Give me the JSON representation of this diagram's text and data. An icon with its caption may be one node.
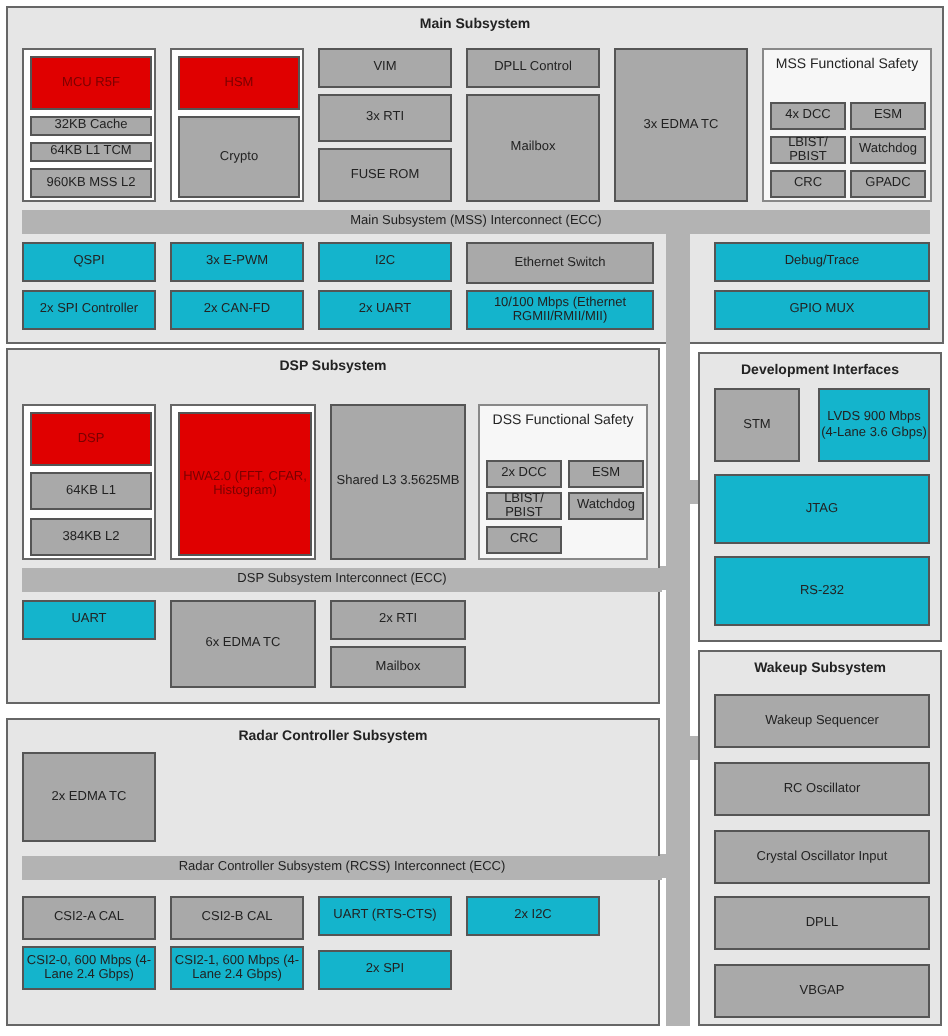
{
  "diagram": {
    "nodes": [
      {
        "text": [
          "Main Subsystem"
        ]
      },
      {
        "text": [],
        "shape": "box",
        "in": 0
      },
      {
        "text": [
          "MCU R5F"
        ],
        "in": 1
      },
      {
        "text": [
          "32KB Cache"
        ],
        "in": 1
      },
      {
        "text": [
          "64KB L1 TCM"
        ],
        "in": 1
      },
      {
        "text": [
          "960KB MSS L2"
        ],
        "in": 1
      },
      {
        "text": [],
        "shape": "box",
        "in": 0
      },
      {
        "text": [
          "HSM"
        ],
        "in": 6
      },
      {
        "text": [
          "Crypto"
        ],
        "in": 6
      },
      {
        "text": [
          "VIM"
        ],
        "in": 0
      },
      {
        "text": [
          "3x RTI"
        ],
        "in": 0
      },
      {
        "text": [
          "FUSE ROM"
        ],
        "in": 0
      },
      {
        "text": [
          "DPLL Control"
        ],
        "in": 0
      },
      {
        "text": [
          "Mailbox"
        ],
        "in": 0
      },
      {
        "text": [
          "3x EDMA TC"
        ],
        "in": 0
      },
      {
        "text": [
          "MSS Functional Safety"
        ],
        "in": 0
      },
      {
        "text": [
          "4x DCC"
        ],
        "in": 15
      },
      {
        "text": [
          "ESM"
        ],
        "in": 15
      },
      {
        "text": [
          "LBIST/ PBIST"
        ],
        "in": 15
      },
      {
        "text": [
          "Watchdog"
        ],
        "in": 15
      },
      {
        "text": [
          "CRC"
        ],
        "in": 15
      },
      {
        "text": [
          "GPADC"
        ],
        "in": 15
      },
      {
        "text": [
          "Main Subsystem (MSS) Interconnect (ECC)"
        ],
        "in": 0
      },
      {
        "text": [
          "QSPI"
        ],
        "in": 0
      },
      {
        "text": [
          "3x E-PWM"
        ],
        "in": 0
      },
      {
        "text": [
          "I2C"
        ],
        "in": 0
      },
      {
        "text": [
          "Ethernet Switch"
        ],
        "in": 0
      },
      {
        "text": [
          "Debug/Trace"
        ],
        "in": 0
      },
      {
        "text": [
          "2x SPI Controller"
        ],
        "in": 0
      },
      {
        "text": [
          "2x CAN-FD"
        ],
        "in": 0
      },
      {
        "text": [
          "2x UART"
        ],
        "in": 0
      },
      {
        "text": [
          "10/100 Mbps (Ethernet RGMII/RMII/MII)"
        ],
        "in": 0
      },
      {
        "text": [
          "GPIO MUX"
        ],
        "in": 0
      },
      {
        "text": [
          "DSP Subsystem"
        ]
      },
      {
        "text": [],
        "shape": "box",
        "in": 33
      },
      {
        "text": [
          "DSP"
        ],
        "in": 34
      },
      {
        "text": [
          "64KB L1"
        ],
        "in": 34
      },
      {
        "text": [
          "384KB L2"
        ],
        "in": 34
      },
      {
        "text": [],
        "shape": "box",
        "in": 33
      },
      {
        "text": [
          "HWA2.0 (FFT, CFAR, Histogram)"
        ],
        "in": 38
      },
      {
        "text": [
          "Shared L3 3.5625MB"
        ],
        "in": 33
      },
      {
        "text": [
          "DSS Functional Safety"
        ],
        "in": 33
      },
      {
        "text": [
          "2x DCC"
        ],
        "in": 41
      },
      {
        "text": [
          "ESM"
        ],
        "in": 41
      },
      {
        "text": [
          "LBIST/ PBIST"
        ],
        "in": 41
      },
      {
        "text": [
          "Watchdog"
        ],
        "in": 41
      },
      {
        "text": [
          "CRC"
        ],
        "in": 41
      },
      {
        "text": [
          "DSP Subsystem Interconnect (ECC)"
        ],
        "in": 33
      },
      {
        "text": [
          "UART"
        ],
        "in": 33
      },
      {
        "text": [
          "6x EDMA TC"
        ],
        "in": 33
      },
      {
        "text": [
          "2x RTI"
        ],
        "in": 33
      },
      {
        "text": [
          "Mailbox"
        ],
        "in": 33
      },
      {
        "text": [
          "Radar Controller Subsystem"
        ]
      },
      {
        "text": [
          "2x EDMA TC"
        ],
        "in": 52
      },
      {
        "text": [
          "Radar Controller Subsystem (RCSS) Interconnect (ECC)"
        ],
        "in": 52
      },
      {
        "text": [
          "CSI2-A CAL"
        ],
        "in": 52
      },
      {
        "text": [
          "CSI2-B CAL"
        ],
        "in": 52
      },
      {
        "text": [
          "UART (RTS-CTS)"
        ],
        "in": 52
      },
      {
        "text": [
          "2x I2C"
        ],
        "in": 52
      },
      {
        "text": [
          "CSI2-0, 600 Mbps (4-Lane 2.4 Gbps)"
        ],
        "in": 52
      },
      {
        "text": [
          "CSI2-1, 600 Mbps (4-Lane 2.4 Gbps)"
        ],
        "in": 52
      },
      {
        "text": [
          "2x SPI"
        ],
        "in": 52
      },
      {
        "text": [
          "Development Interfaces"
        ]
      },
      {
        "text": [
          "STM"
        ],
        "in": 62
      },
      {
        "text": [
          "LVDS 900 Mbps (4-Lane 3.6 Gbps)"
        ],
        "in": 62
      },
      {
        "text": [
          "JTAG"
        ],
        "in": 62
      },
      {
        "text": [
          "RS-232"
        ],
        "in": 62
      },
      {
        "text": [
          "Wakeup Subsystem"
        ]
      },
      {
        "text": [
          "Wakeup Sequencer"
        ],
        "in": 67
      },
      {
        "text": [
          "RC Oscillator"
        ],
        "in": 67
      },
      {
        "text": [
          "Crystal Oscillator Input"
        ],
        "in": 67
      },
      {
        "text": [
          "DPLL"
        ],
        "in": 67
      },
      {
        "text": [
          "VBGAP"
        ],
        "in": 67
      }
    ]
  }
}
